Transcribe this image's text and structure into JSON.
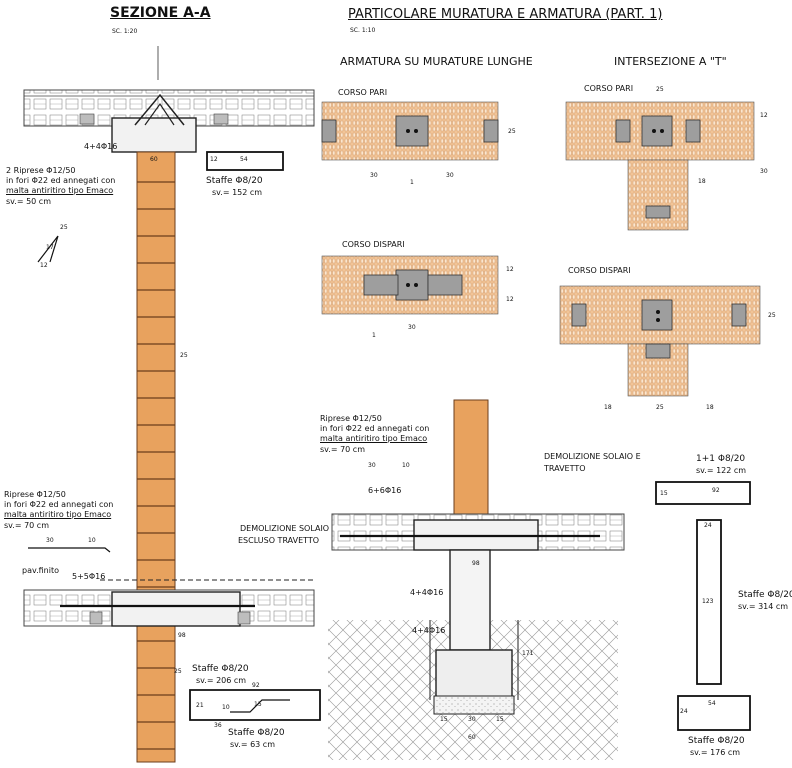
{
  "titles": {
    "section": "SEZIONE A-A",
    "section_scale": "SC. 1:20",
    "detail": "PARTICOLARE MURATURA E ARMATURA (PART. 1)",
    "detail_scale": "SC. 1:10",
    "long_walls": "ARMATURA SU MURATURE LUNGHE",
    "t_intersection": "INTERSEZIONE A \"T\""
  },
  "courses": {
    "even_a": "CORSO PARI",
    "odd_a": "CORSO DISPARI",
    "even_b": "CORSO PARI",
    "odd_b": "CORSO DISPARI"
  },
  "notes": {
    "ripres_top": [
      "2 Riprese Φ12/50",
      "in fori Φ22 ed annegati con",
      "malta antiritiro tipo Emaco",
      "sv.= 50 cm"
    ],
    "ripres_mid": [
      "Riprese Φ12/50",
      "in fori Φ22 ed annegati con",
      "malta antiritiro tipo Emaco",
      "sv.= 70 cm"
    ],
    "ripres_right": [
      "Riprese Φ12/50",
      "in fori Φ22 ed annegati con",
      "malta antiritiro tipo Emaco",
      "sv.= 70 cm"
    ],
    "demolition_left": [
      "DEMOLIZIONE SOLAIO",
      "ESCLUSO TRAVETTO"
    ],
    "demolition_right": [
      "DEMOLIZIONE SOLAIO E",
      "TRAVETTO"
    ],
    "pav_finito": "pav.finito"
  },
  "rebar": {
    "top_beam": "4+4Φ16",
    "floor_beam": "5+5Φ16",
    "right_beam": "6+6Φ16",
    "column": "4+4Φ16",
    "footing": "4+4Φ16"
  },
  "stirrups": {
    "top": {
      "label": "Staffe Φ8/20",
      "sv": "sv.= 152 cm",
      "dims": [
        "12",
        "54"
      ]
    },
    "bottom_a": {
      "label": "Staffe Φ8/20",
      "sv": "sv.= 206 cm",
      "dims": [
        "92",
        "21",
        "10",
        "15",
        "36"
      ]
    },
    "bottom_b": {
      "label": "Staffe Φ8/20",
      "sv": "sv.= 63 cm"
    },
    "r1": {
      "label": "1+1 Φ8/20",
      "sv": "sv.= 122 cm",
      "dims": [
        "15",
        "92"
      ]
    },
    "r2": {
      "label": "Staffe Φ8/20",
      "sv": "sv.= 314 cm",
      "dims": [
        "24",
        "123"
      ]
    },
    "r3": {
      "label": "Staffe Φ8/20",
      "sv": "sv.= 176 cm",
      "dims": [
        "24",
        "54"
      ]
    }
  },
  "dimensions": {
    "beam_width": "60",
    "wall_25": "25",
    "floor_98": "98",
    "wall_25b": "25",
    "long_30a": "30",
    "long_30b": "30",
    "long_1a": "1",
    "long_25": "25",
    "odd_30": "30",
    "odd_1": "1",
    "odd_12": "12",
    "t_25": "25",
    "t_12": "12",
    "t_18": "18",
    "t_30": "30",
    "t_18b": "18",
    "t_18c": "18",
    "t_25c": "25",
    "t_25d": "25",
    "hook_30a": "30",
    "hook_10a": "10",
    "hook_30b": "30",
    "hook_10b": "10",
    "col_98": "98",
    "col_171": "171",
    "foot_15a": "15",
    "foot_30": "30",
    "foot_15b": "15",
    "foot_60": "60",
    "bar_25": "25",
    "bar_12": "12",
    "bar_17": "17",
    "bar_12b": "12"
  }
}
